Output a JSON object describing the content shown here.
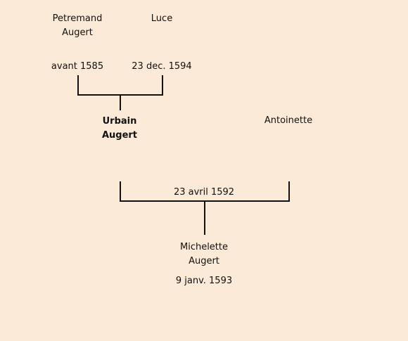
{
  "tree": {
    "father": {
      "first": "Petremand",
      "last": "Augert",
      "date": "avant 1585"
    },
    "mother": {
      "first": "Luce",
      "date": "23 dec. 1594"
    },
    "subject": {
      "first": "Urbain",
      "last": "Augert"
    },
    "spouse": {
      "first": "Antoinette"
    },
    "marriage": {
      "date": "23 avril 1592"
    },
    "child": {
      "first": "Michelette",
      "last": "Augert",
      "date": "9 janv. 1593"
    }
  }
}
